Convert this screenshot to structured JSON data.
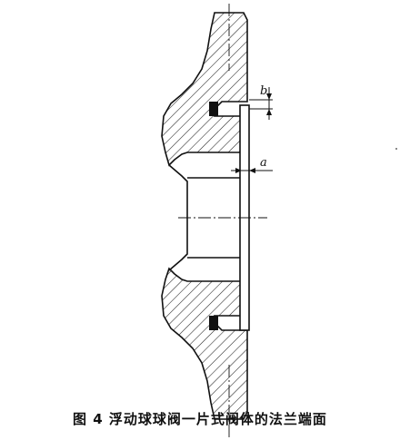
{
  "diagram": {
    "labels": {
      "a": "a",
      "b": "b"
    }
  },
  "caption": "图 4   浮动球球阀一片式阀体的法兰端面"
}
